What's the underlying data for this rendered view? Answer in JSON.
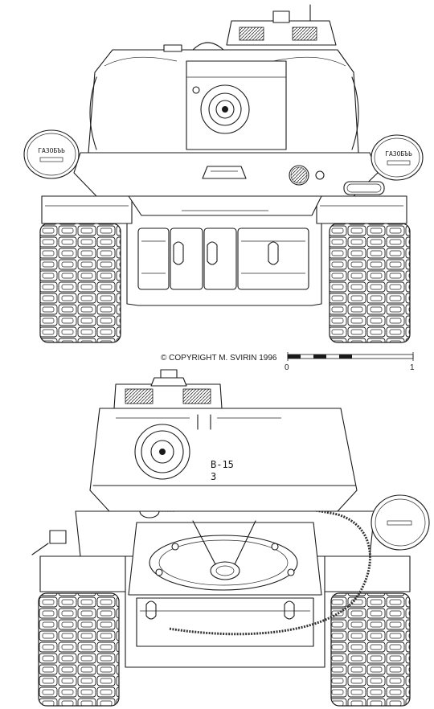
{
  "copyright": "© COPYRIGHT M. SVIRIN 1996",
  "scale": {
    "start": "0",
    "end": "1"
  },
  "front_view": {
    "left_drum_label": "ГАЗОБЪЬ",
    "right_drum_label": "ГАЗОБЪЬ"
  },
  "rear_view": {
    "turret_marking_1": "B-15",
    "turret_marking_2": "3"
  }
}
